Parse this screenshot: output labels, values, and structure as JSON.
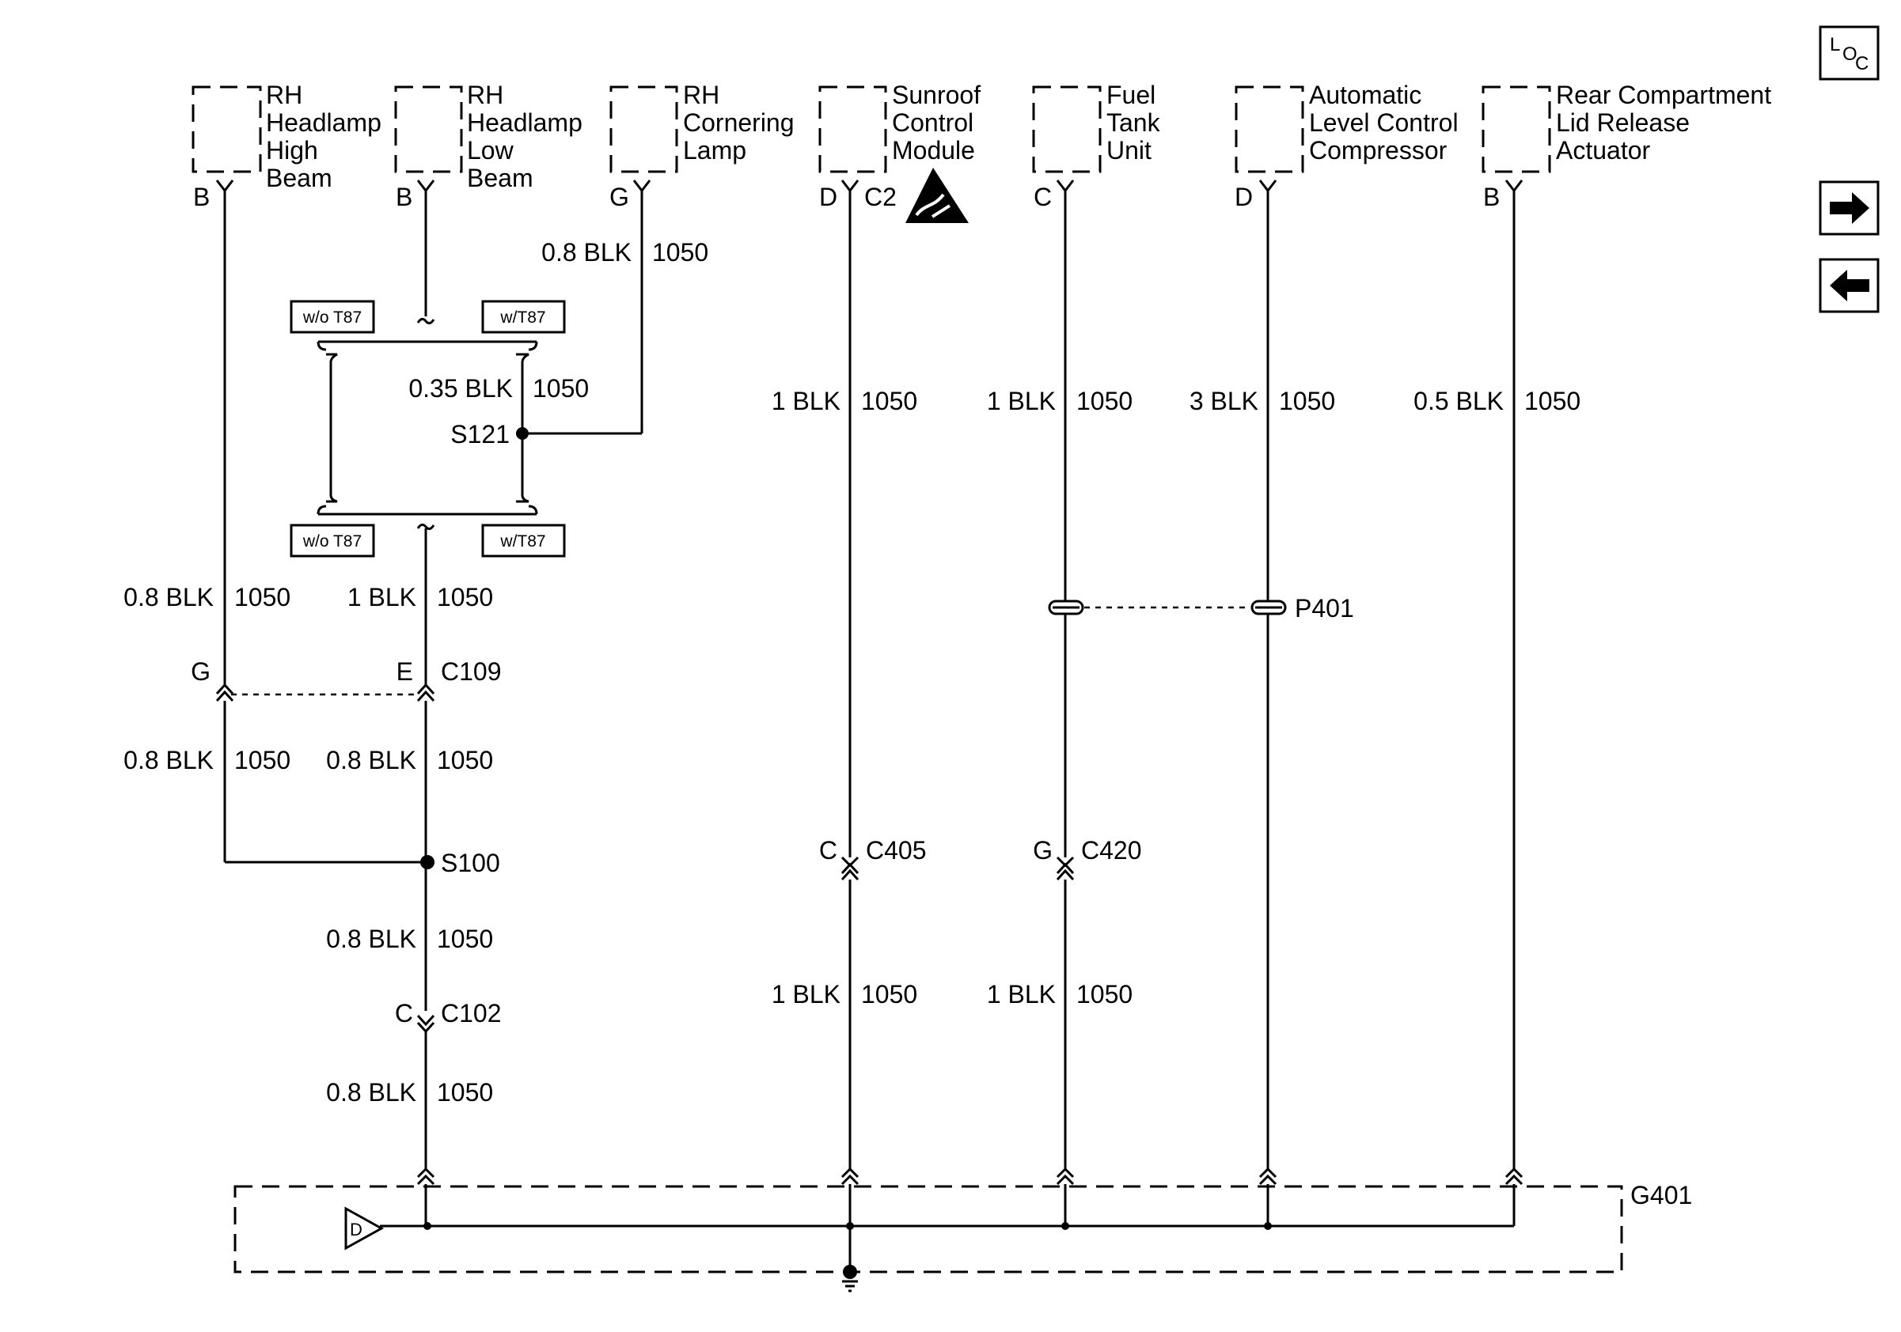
{
  "components": [
    {
      "lines": [
        "RH",
        "Headlamp",
        "High",
        "Beam"
      ],
      "pin": "B"
    },
    {
      "lines": [
        "RH",
        "Headlamp",
        "Low",
        "Beam"
      ],
      "pin": "B"
    },
    {
      "lines": [
        "RH",
        "Cornering",
        "Lamp"
      ],
      "pin": "G"
    },
    {
      "lines": [
        "Sunroof",
        "Control",
        "Module"
      ],
      "pin": "D",
      "connector": "C2"
    },
    {
      "lines": [
        "Fuel",
        "Tank",
        "Unit"
      ],
      "pin": "C"
    },
    {
      "lines": [
        "Automatic",
        "Level Control",
        "Compressor"
      ],
      "pin": "D"
    },
    {
      "lines": [
        "Rear Compartment",
        "Lid Release",
        "Actuator"
      ],
      "pin": "B"
    }
  ],
  "nav": {
    "loc_l": "L",
    "loc_o": "O",
    "loc_c": "C"
  },
  "options": {
    "wo": "w/o T87",
    "w": "w/T87"
  },
  "wires": {
    "corner": {
      "gauge": "0.8 BLK",
      "circuit": "1050"
    },
    "s121_in": {
      "gauge": "0.35 BLK",
      "circuit": "1050"
    },
    "hb_upper": {
      "gauge": "0.8 BLK",
      "circuit": "1050"
    },
    "lb_upper": {
      "gauge": "1 BLK",
      "circuit": "1050"
    },
    "hb_lower": {
      "gauge": "0.8 BLK",
      "circuit": "1050"
    },
    "lb_lower": {
      "gauge": "0.8 BLK",
      "circuit": "1050"
    },
    "s100_out": {
      "gauge": "0.8 BLK",
      "circuit": "1050"
    },
    "c102_out": {
      "gauge": "0.8 BLK",
      "circuit": "1050"
    },
    "sunroof_upper": {
      "gauge": "1 BLK",
      "circuit": "1050"
    },
    "sunroof_lower": {
      "gauge": "1 BLK",
      "circuit": "1050"
    },
    "fuel_upper": {
      "gauge": "1 BLK",
      "circuit": "1050"
    },
    "fuel_lower": {
      "gauge": "1 BLK",
      "circuit": "1050"
    },
    "alc": {
      "gauge": "3 BLK",
      "circuit": "1050"
    },
    "rear": {
      "gauge": "0.5 BLK",
      "circuit": "1050"
    }
  },
  "splices": {
    "s121": "S121",
    "s100": "S100"
  },
  "connectors": {
    "c109": {
      "name": "C109",
      "pin_hb": "G",
      "pin_lb": "E"
    },
    "c405": {
      "name": "C405",
      "pin": "C"
    },
    "c420": {
      "name": "C420",
      "pin": "G"
    },
    "c102": {
      "name": "C102",
      "pin": "C"
    },
    "p401": {
      "name": "P401"
    }
  },
  "ground": {
    "name": "G401",
    "pin": "D"
  }
}
